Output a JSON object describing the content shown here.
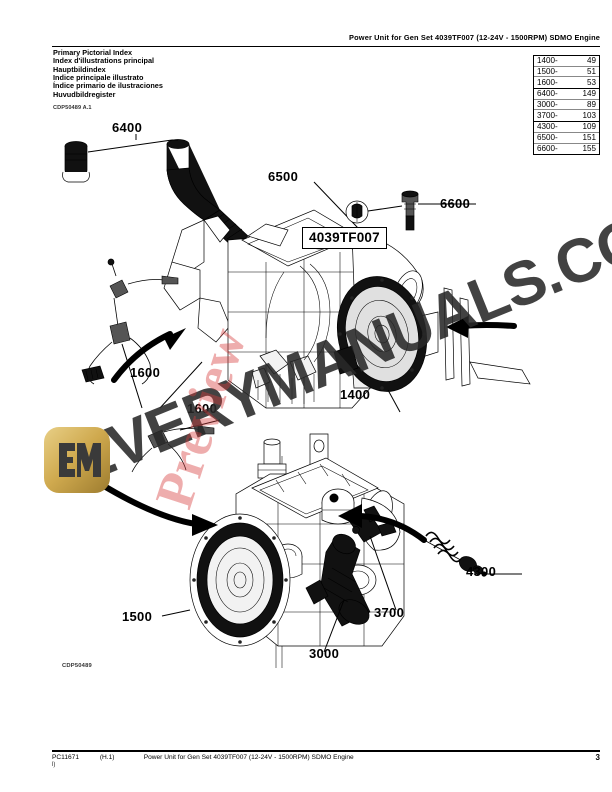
{
  "header": {
    "title": "Power Unit for Gen Set 4039TF007 (12-24V - 1500RPM) SDMO Engine"
  },
  "index_titles": [
    "Primary Pictorial Index",
    "Index d'illustrations principal",
    "Hauptbildindex",
    "Indice principale illustrato",
    "Índice primario de ilustraciones",
    "Huvudbildregister"
  ],
  "figure_code_top": "CDP50489 A.1",
  "figure_code_bottom": "CDP50489",
  "index_table": {
    "groups": [
      [
        {
          "code": "1400-",
          "page": "49"
        },
        {
          "code": "1500-",
          "page": "51"
        },
        {
          "code": "1600-",
          "page": "53"
        }
      ],
      [
        {
          "code": "6400-",
          "page": "149"
        },
        {
          "code": "3000-",
          "page": "89"
        },
        {
          "code": "3700-",
          "page": "103"
        }
      ],
      [
        {
          "code": "4300-",
          "page": "109"
        },
        {
          "code": "6500-",
          "page": "151"
        },
        {
          "code": "6600-",
          "page": "155"
        }
      ]
    ]
  },
  "model_box": {
    "label": "4039TF007"
  },
  "callouts": {
    "c6400": "6400",
    "c6500": "6500",
    "c6600": "6600",
    "c1600_upper": "1600",
    "c1400": "1400",
    "c1600_lower": "1600",
    "c1500": "1500",
    "c3000": "3000",
    "c3700": "3700",
    "c4300": "4300"
  },
  "watermark": {
    "site": "EVERYMANUALS.COM",
    "preview": "Preview",
    "logo_letters": "EM",
    "logo_color": "#cfa94e"
  },
  "footer": {
    "pc_number": "PC11671",
    "revision": "(H.1)",
    "title": "Power Unit for Gen Set 4039TF007 (12-24V - 1500RPM) SDMO Engine",
    "sub": "l)",
    "page_number": "3"
  }
}
